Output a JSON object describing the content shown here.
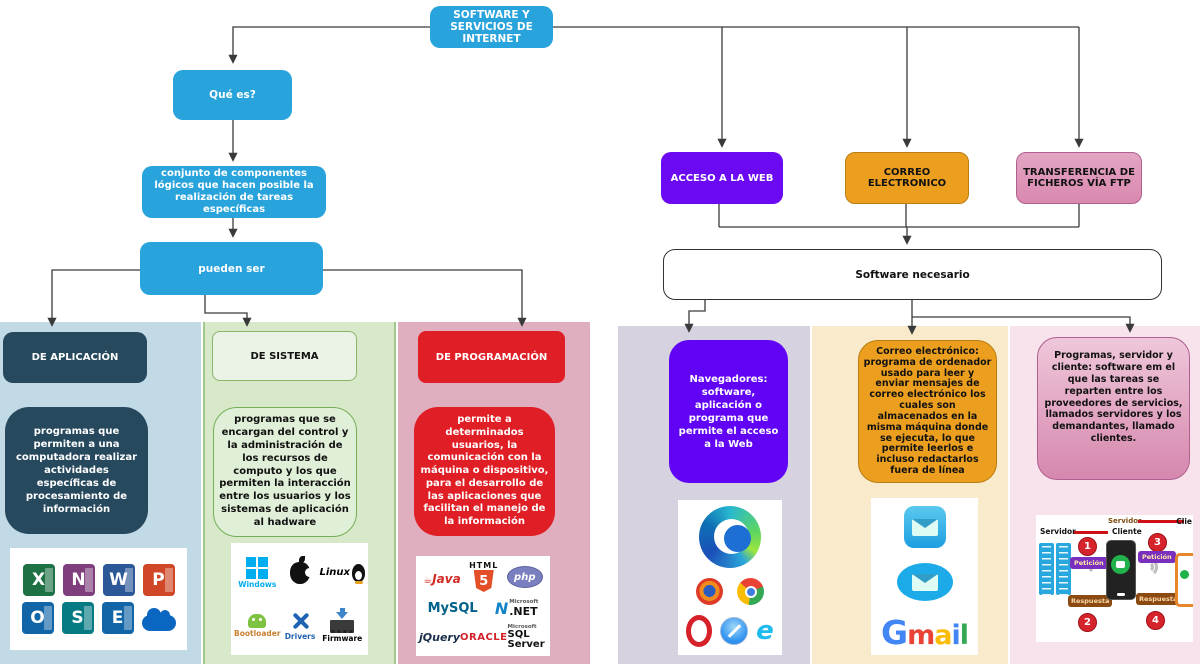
{
  "title": "SOFTWARE Y SERVICIOS DE INTERNET",
  "left": {
    "que_es": "Qué es?",
    "definicion": "conjunto de componentes lógicos que hacen posible la realización de tareas específicas",
    "pueden_ser": "pueden ser",
    "aplicacion": {
      "title": "DE APLICACIÓN",
      "desc": "programas que permiten a una computadora realizar actividades específicas de procesamiento de información"
    },
    "sistema": {
      "title": "DE SISTEMA",
      "desc": "programas que se encargan del control y la administración de los recursos de computo y los que permiten la interacción entre los usuarios y los sistemas de aplicación al hadware"
    },
    "programacion": {
      "title": "DE PROGRAMACIÓN",
      "desc": "permite a determinados usuarios, la comunicación con la máquina o dispositivo, para el desarrollo de las aplicaciones que facilitan el manejo de la información"
    }
  },
  "right": {
    "acceso": "ACCESO A LA WEB",
    "correo": "CORREO ELECTRONICO",
    "transferencia": "TRANSFERENCIA DE FICHEROS VÍA FTP",
    "software_necesario": "Software necesario",
    "navegadores": "Navegadores: software, aplicación o programa que permite el acceso a la Web",
    "correo_desc": "Correo electrónico: programa de ordenador usado para leer y enviar mensajes de correo electrónico los cuales son almacenados en la misma máquina donde se ejecuta, lo que permite leerlos e incluso redactarlos fuera de línea",
    "programas_desc": "Programas, servidor y cliente: software em el que las tareas se reparten entre los proveedores de servicios, llamados servidores y los demandantes, llamado clientes."
  },
  "office": {
    "excel": "X",
    "onenote": "N",
    "word": "W",
    "powerpoint": "P",
    "outlook": "O",
    "sharepoint": "S",
    "exchange": "E"
  },
  "os": {
    "windows": "Windows",
    "linux": "Linux",
    "bootloader": "Bootloader",
    "drivers": "Drivers",
    "firmware": "Firmware"
  },
  "prog": {
    "java": "Java",
    "html": "HTML",
    "five": "5",
    "php": "php",
    "mysql": "MySQL",
    "dotnet": ".NET",
    "microsoft": "Microsoft",
    "jquery": "jQuery",
    "oracle": "ORACLE",
    "sqlserver": "SQL Server"
  },
  "gmail": {
    "g": "G",
    "m": "m",
    "a": "a",
    "i": "i",
    "l": "l"
  },
  "cs": {
    "servidor": "Servidor",
    "cliente": "Cliente",
    "clie": "Clie",
    "peticion": "Petición",
    "respuesta": "Respuesta",
    "n1": "1",
    "n2": "2",
    "n3": "3",
    "n4": "4"
  },
  "colors": {
    "node_blue": "#29a3dc",
    "navy": "#27495e",
    "red": "#e01e25",
    "violet_box": "#6b0af2",
    "violet_desc": "#6104f5",
    "orange": "#ec9f1e",
    "pink": "#d988ae",
    "bg_blue": "#c2d9e6",
    "bg_green": "#d8e9c9",
    "bg_mauve": "#dfafbf",
    "bg_lavender": "#d6d2df",
    "bg_cream": "#faeacc",
    "bg_pink": "#f8e3ec"
  }
}
